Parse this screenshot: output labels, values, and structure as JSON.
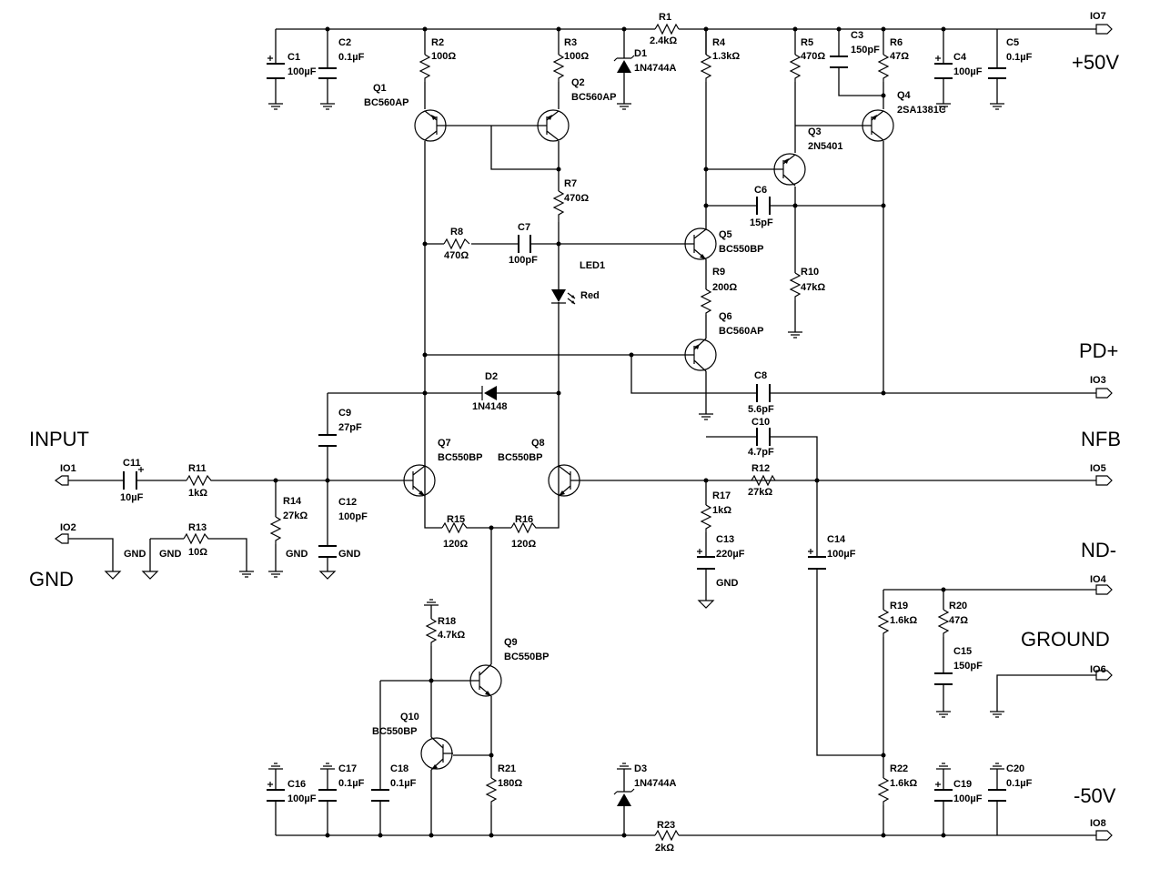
{
  "big_labels": {
    "plus50": "+50V",
    "minus50": "-50V",
    "input": "INPUT",
    "gnd": "GND",
    "pd_plus": "PD+",
    "nfb": "NFB",
    "nd_minus": "ND-",
    "ground": "GROUND"
  },
  "ports": {
    "io1": "IO1",
    "io2": "IO2",
    "io3": "IO3",
    "io4": "IO4",
    "io5": "IO5",
    "io6": "IO6",
    "io7": "IO7",
    "io8": "IO8"
  },
  "components": {
    "r1": {
      "name": "R1",
      "value": "2.4kΩ"
    },
    "r2": {
      "name": "R2",
      "value": "100Ω"
    },
    "r3": {
      "name": "R3",
      "value": "100Ω"
    },
    "r4": {
      "name": "R4",
      "value": "1.3kΩ"
    },
    "r5": {
      "name": "R5",
      "value": "470Ω"
    },
    "r6": {
      "name": "R6",
      "value": "47Ω"
    },
    "r7": {
      "name": "R7",
      "value": "470Ω"
    },
    "r8": {
      "name": "R8",
      "value": "470Ω"
    },
    "r9": {
      "name": "R9",
      "value": "200Ω"
    },
    "r10": {
      "name": "R10",
      "value": "47kΩ"
    },
    "r11": {
      "name": "R11",
      "value": "1kΩ"
    },
    "r12": {
      "name": "R12",
      "value": "27kΩ"
    },
    "r13": {
      "name": "R13",
      "value": "10Ω"
    },
    "r14": {
      "name": "R14",
      "value": "27kΩ"
    },
    "r15": {
      "name": "R15",
      "value": "120Ω"
    },
    "r16": {
      "name": "R16",
      "value": "120Ω"
    },
    "r17": {
      "name": "R17",
      "value": "1kΩ"
    },
    "r18": {
      "name": "R18",
      "value": "4.7kΩ"
    },
    "r19": {
      "name": "R19",
      "value": "1.6kΩ"
    },
    "r20": {
      "name": "R20",
      "value": "47Ω"
    },
    "r21": {
      "name": "R21",
      "value": "180Ω"
    },
    "r22": {
      "name": "R22",
      "value": "1.6kΩ"
    },
    "r23": {
      "name": "R23",
      "value": "2kΩ"
    },
    "c1": {
      "name": "C1",
      "value": "100µF"
    },
    "c2": {
      "name": "C2",
      "value": "0.1µF"
    },
    "c3": {
      "name": "C3",
      "value": "150pF"
    },
    "c4": {
      "name": "C4",
      "value": "100µF"
    },
    "c5": {
      "name": "C5",
      "value": "0.1µF"
    },
    "c6": {
      "name": "C6",
      "value": "15pF"
    },
    "c7": {
      "name": "C7",
      "value": "100pF"
    },
    "c8": {
      "name": "C8",
      "value": "5.6pF"
    },
    "c9": {
      "name": "C9",
      "value": "27pF"
    },
    "c10": {
      "name": "C10",
      "value": "4.7pF"
    },
    "c11": {
      "name": "C11",
      "value": "10µF"
    },
    "c12": {
      "name": "C12",
      "value": "100pF"
    },
    "c13": {
      "name": "C13",
      "value": "220µF"
    },
    "c14": {
      "name": "C14",
      "value": "100µF"
    },
    "c15": {
      "name": "C15",
      "value": "150pF"
    },
    "c16": {
      "name": "C16",
      "value": "100µF"
    },
    "c17": {
      "name": "C17",
      "value": "0.1µF"
    },
    "c18": {
      "name": "C18",
      "value": "0.1µF"
    },
    "c19": {
      "name": "C19",
      "value": "100µF"
    },
    "c20": {
      "name": "C20",
      "value": "0.1µF"
    },
    "q1": {
      "name": "Q1",
      "value": "BC560AP"
    },
    "q2": {
      "name": "Q2",
      "value": "BC560AP"
    },
    "q3": {
      "name": "Q3",
      "value": "2N5401"
    },
    "q4": {
      "name": "Q4",
      "value": "2SA1381C"
    },
    "q5": {
      "name": "Q5",
      "value": "BC550BP"
    },
    "q6": {
      "name": "Q6",
      "value": "BC560AP"
    },
    "q7": {
      "name": "Q7",
      "value": "BC550BP"
    },
    "q8": {
      "name": "Q8",
      "value": "BC550BP"
    },
    "q9": {
      "name": "Q9",
      "value": "BC550BP"
    },
    "q10": {
      "name": "Q10",
      "value": "BC550BP"
    },
    "d1": {
      "name": "D1",
      "value": "1N4744A"
    },
    "d2": {
      "name": "D2",
      "value": "1N4148"
    },
    "d3": {
      "name": "D3",
      "value": "1N4744A"
    },
    "led1": {
      "name": "LED1",
      "value": "Red"
    }
  },
  "gnd_text": {
    "g1": "GND",
    "g2": "GND",
    "g3": "GND",
    "g4": "GND",
    "g5": "GND",
    "g6": "GND"
  }
}
